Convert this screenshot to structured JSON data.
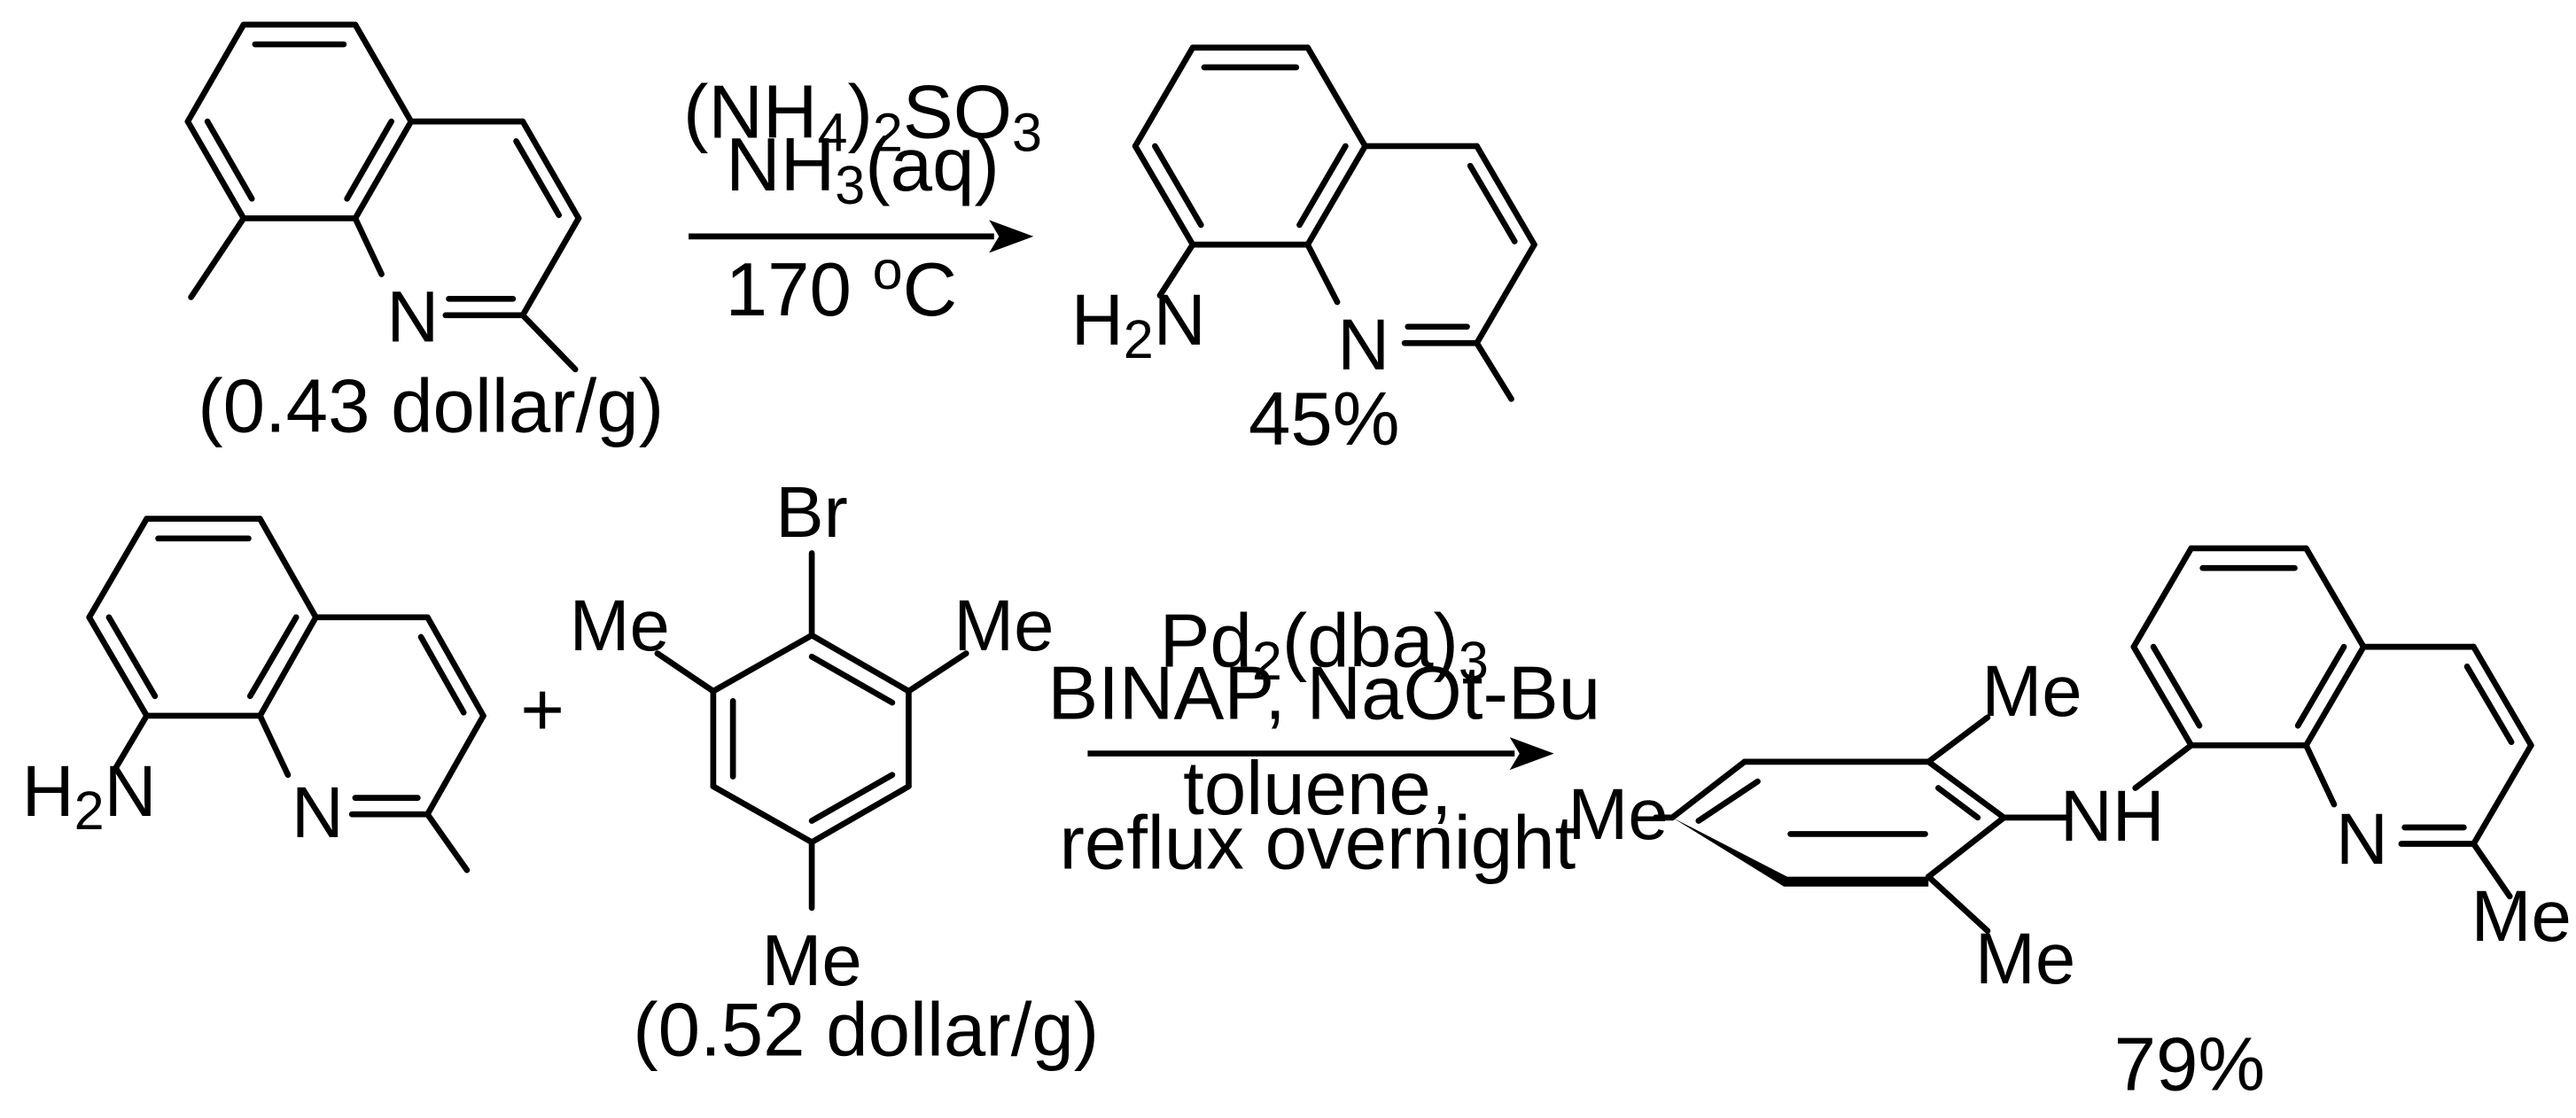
{
  "reaction1": {
    "reagent_line1": {
      "a": "(NH",
      "b": "4",
      "c": ")",
      "d": "2",
      "e": "SO",
      "f": "3"
    },
    "reagent_line2": {
      "a": "NH",
      "b": "3",
      "c": "(aq)"
    },
    "condition": {
      "a": "170 ",
      "b": "o",
      "c": "C"
    },
    "start_material": {
      "N": "N",
      "price": "(0.43 dollar/g)"
    },
    "product": {
      "N": "N",
      "amine": {
        "a": "H",
        "b": "2",
        "c": "N"
      },
      "yield": "45%"
    }
  },
  "reaction2": {
    "amine_reactant": {
      "N": "N",
      "amine": {
        "a": "H",
        "b": "2",
        "c": "N"
      }
    },
    "plus": "+",
    "aryl_bromide": {
      "Br": "Br",
      "Me_left": "Me",
      "Me_right": "Me",
      "Me_bottom": "Me",
      "price": "(0.52 dollar/g)"
    },
    "catalyst": {
      "a": "Pd",
      "b": "2",
      "c": "(dba)",
      "d": "3"
    },
    "ligand_base": "BINAP,  NaOt-Bu",
    "solvent": "toluene,",
    "condition": "reflux overnight",
    "product": {
      "Me_top": "Me",
      "Me_left": "Me",
      "Me_bottom": "Me",
      "NH": "NH",
      "N": "N",
      "Me_quinoline": "Me",
      "yield": "79%"
    }
  },
  "colors": {
    "ink": "#000000",
    "background": "#ffffff"
  }
}
